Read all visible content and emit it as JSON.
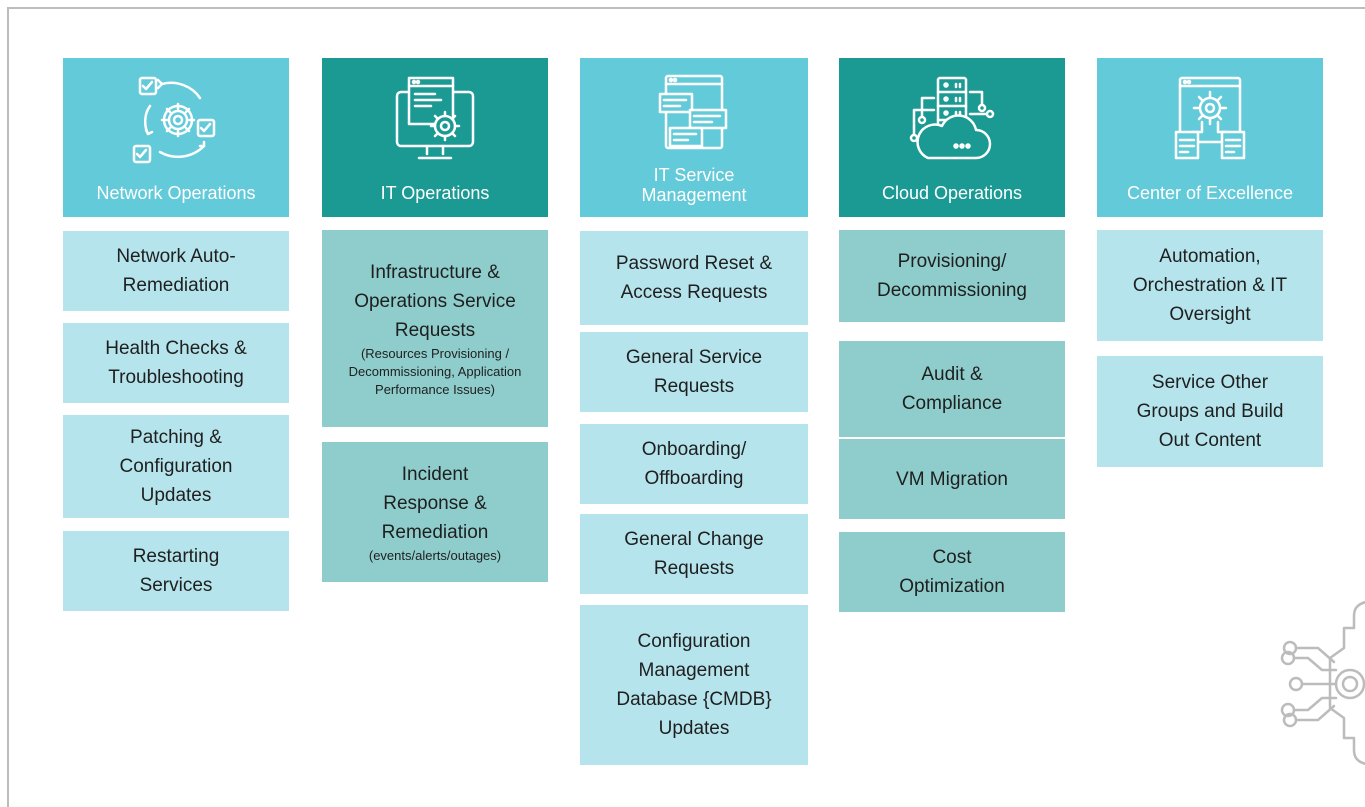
{
  "columns": [
    {
      "title": "Network Operations",
      "icon": "automation-cycle-icon",
      "cards": [
        {
          "label": "Network Auto-Remediation"
        },
        {
          "label": "Health Checks & Troubleshooting"
        },
        {
          "label": "Patching & Configuration Updates"
        },
        {
          "label": "Restarting Services"
        }
      ]
    },
    {
      "title": "IT Operations",
      "icon": "monitor-gear-icon",
      "cards": [
        {
          "label": "Infrastructure & Operations Service Requests",
          "note": "(Resources Provisioning / Decommissioning, Application Performance Issues)"
        },
        {
          "label": "Incident Response & Remediation",
          "note": "(events/alerts/outages)"
        }
      ]
    },
    {
      "title": "IT Service Management",
      "icon": "chat-window-icon",
      "cards": [
        {
          "label": "Password Reset & Access Requests"
        },
        {
          "label": "General Service Requests"
        },
        {
          "label": "Onboarding/ Offboarding"
        },
        {
          "label": "General Change Requests"
        },
        {
          "label": "Configuration Management Database {CMDB} Updates"
        }
      ]
    },
    {
      "title": "Cloud Operations",
      "icon": "cloud-server-icon",
      "cards": [
        {
          "label": "Provisioning/ Decommissioning"
        },
        {
          "label": "Audit & Compliance"
        },
        {
          "label": "VM Migration"
        },
        {
          "label": "Cost Optimization"
        }
      ]
    },
    {
      "title": "Center of Excellence",
      "icon": "window-gear-icon",
      "cards": [
        {
          "label": "Automation, Orchestration & IT Oversight"
        },
        {
          "label": "Service Other Groups and Build Out Content"
        }
      ]
    }
  ],
  "colors": {
    "header_light": "#63cad9",
    "header_dark": "#1b9a94",
    "card_light": "#b5e4ec",
    "card_dark": "#8ecdcc",
    "frame": "#bdbdbd"
  },
  "decoration_icon": "circuit-icon"
}
